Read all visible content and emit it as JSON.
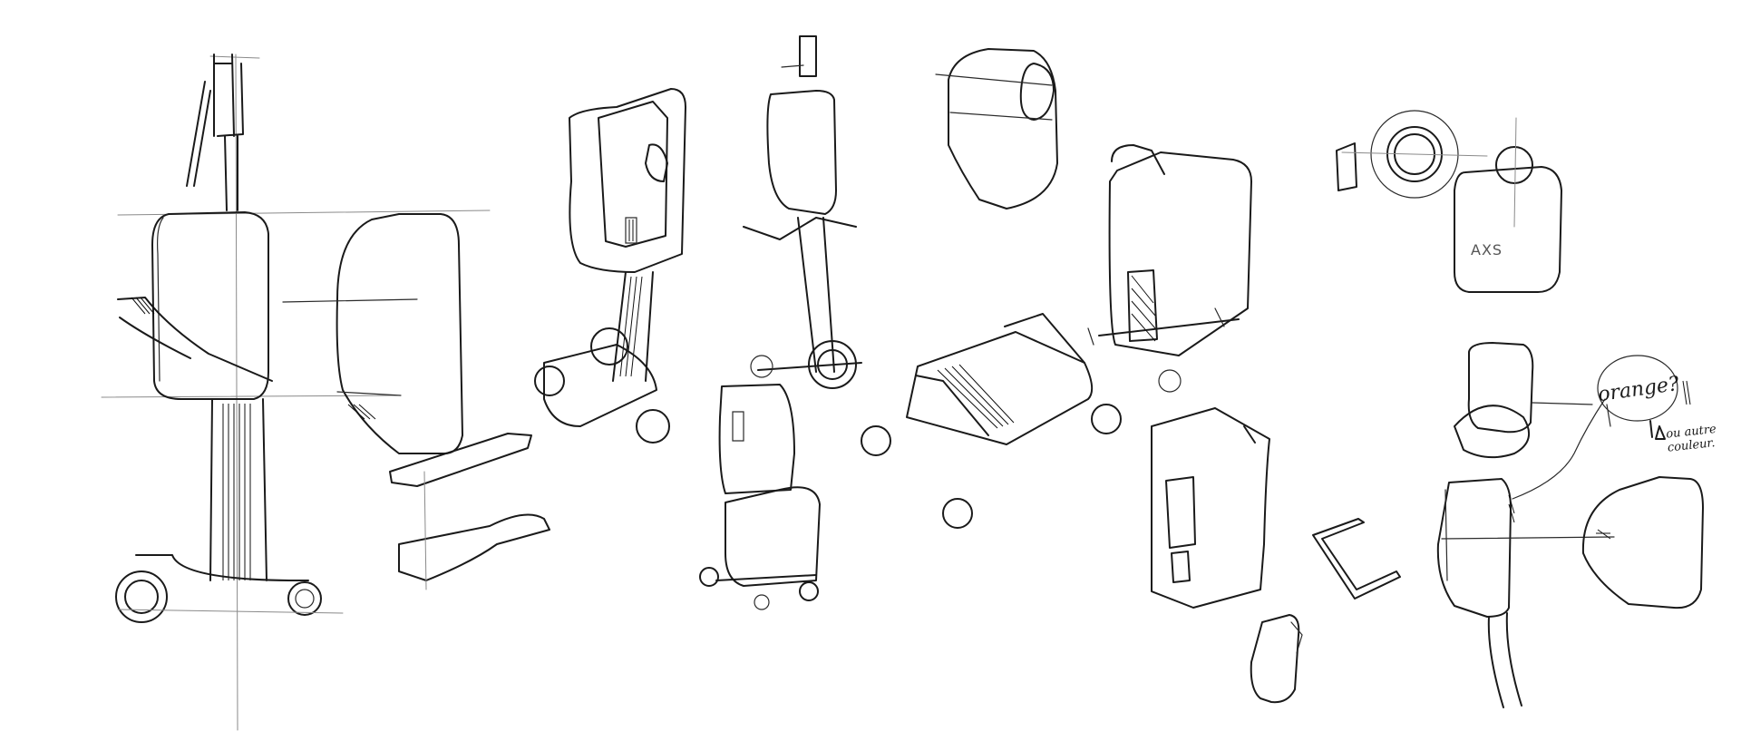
{
  "annotations": {
    "color_question": "orange?",
    "alt_color_line1": "ou autre",
    "alt_color_line2": "couleur.",
    "brand_mark": "AXS"
  },
  "colors": {
    "paper": "#ffffff",
    "ink": "#1a1a1a",
    "construction_line": "#8a8a8a"
  }
}
